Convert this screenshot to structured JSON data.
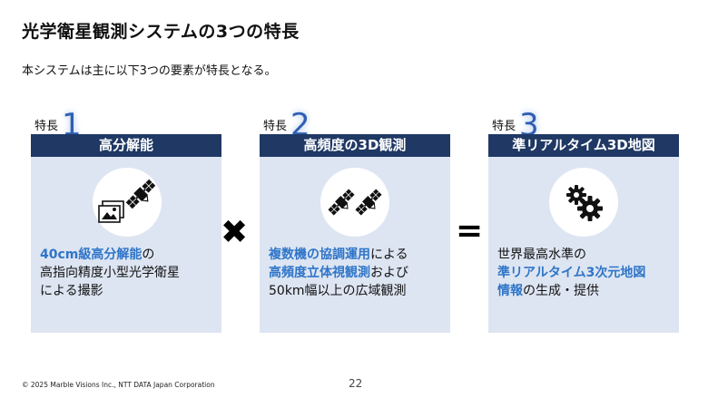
{
  "title": "光学衛星観測システムの3つの特長",
  "subtitle": "本システムは主に以下3つの要素が特長となる。",
  "features": [
    {
      "label": "特長",
      "number": "1",
      "heading": "高分解能",
      "icons": [
        "satellite-icon",
        "photo-icon"
      ],
      "desc_lines": [
        {
          "bold": "40cm級高分解能",
          "plain": "の"
        },
        {
          "bold": "",
          "plain": "高指向精度小型光学衛星"
        },
        {
          "bold": "",
          "plain": "による撮影"
        }
      ]
    },
    {
      "label": "特長",
      "number": "2",
      "heading": "高頻度の3D観測",
      "icons": [
        "satellite-icon",
        "satellite-icon"
      ],
      "desc_lines": [
        {
          "bold": "複数機の協調運用",
          "plain": "による"
        },
        {
          "bold": "高頻度立体視観測",
          "plain": "および"
        },
        {
          "bold": "",
          "plain": "50km幅以上の広域観測"
        }
      ]
    },
    {
      "label": "特長",
      "number": "3",
      "heading": "準リアルタイム3D地図",
      "icons": [
        "gears-icon"
      ],
      "desc_lines": [
        {
          "bold": "",
          "plain": "世界最高水準の"
        },
        {
          "bold": "準リアルタイム3次元地図",
          "plain": ""
        },
        {
          "bold": "情報",
          "plain": "の生成・提供"
        }
      ]
    }
  ],
  "operators": {
    "multiply": "✖",
    "equals": "="
  },
  "footer": "© 2025 Marble Visions Inc., NTT DATA Japan Corporation",
  "page_number": "22",
  "colors": {
    "header_bg": "#1f3864",
    "panel_bg": "#dde5f2",
    "accent_blue": "#2f75c8",
    "number_blue": "#2f5fb3"
  }
}
